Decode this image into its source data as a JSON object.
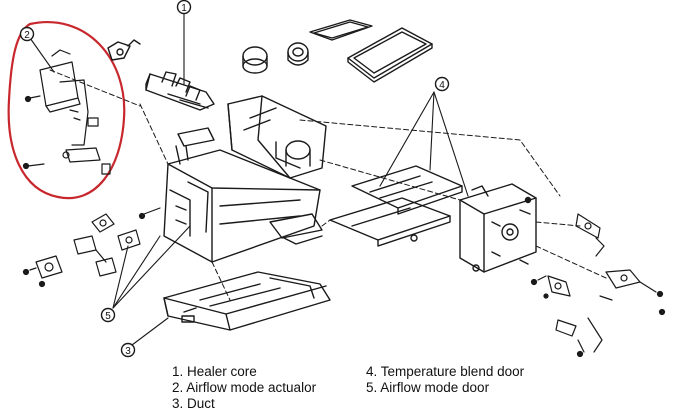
{
  "callouts": {
    "c1": "1",
    "c2": "2",
    "c3": "3",
    "c4": "4",
    "c5": "5"
  },
  "legend": {
    "left": [
      "1. Healer core",
      "2. Airflow mode actualor",
      "3. Duct"
    ],
    "right": [
      "4. Temperature blend door",
      "5. Airflow mode door"
    ]
  },
  "colors": {
    "line": "#1a1a1a",
    "highlight_ring": "#c8282d",
    "background": "#ffffff"
  }
}
